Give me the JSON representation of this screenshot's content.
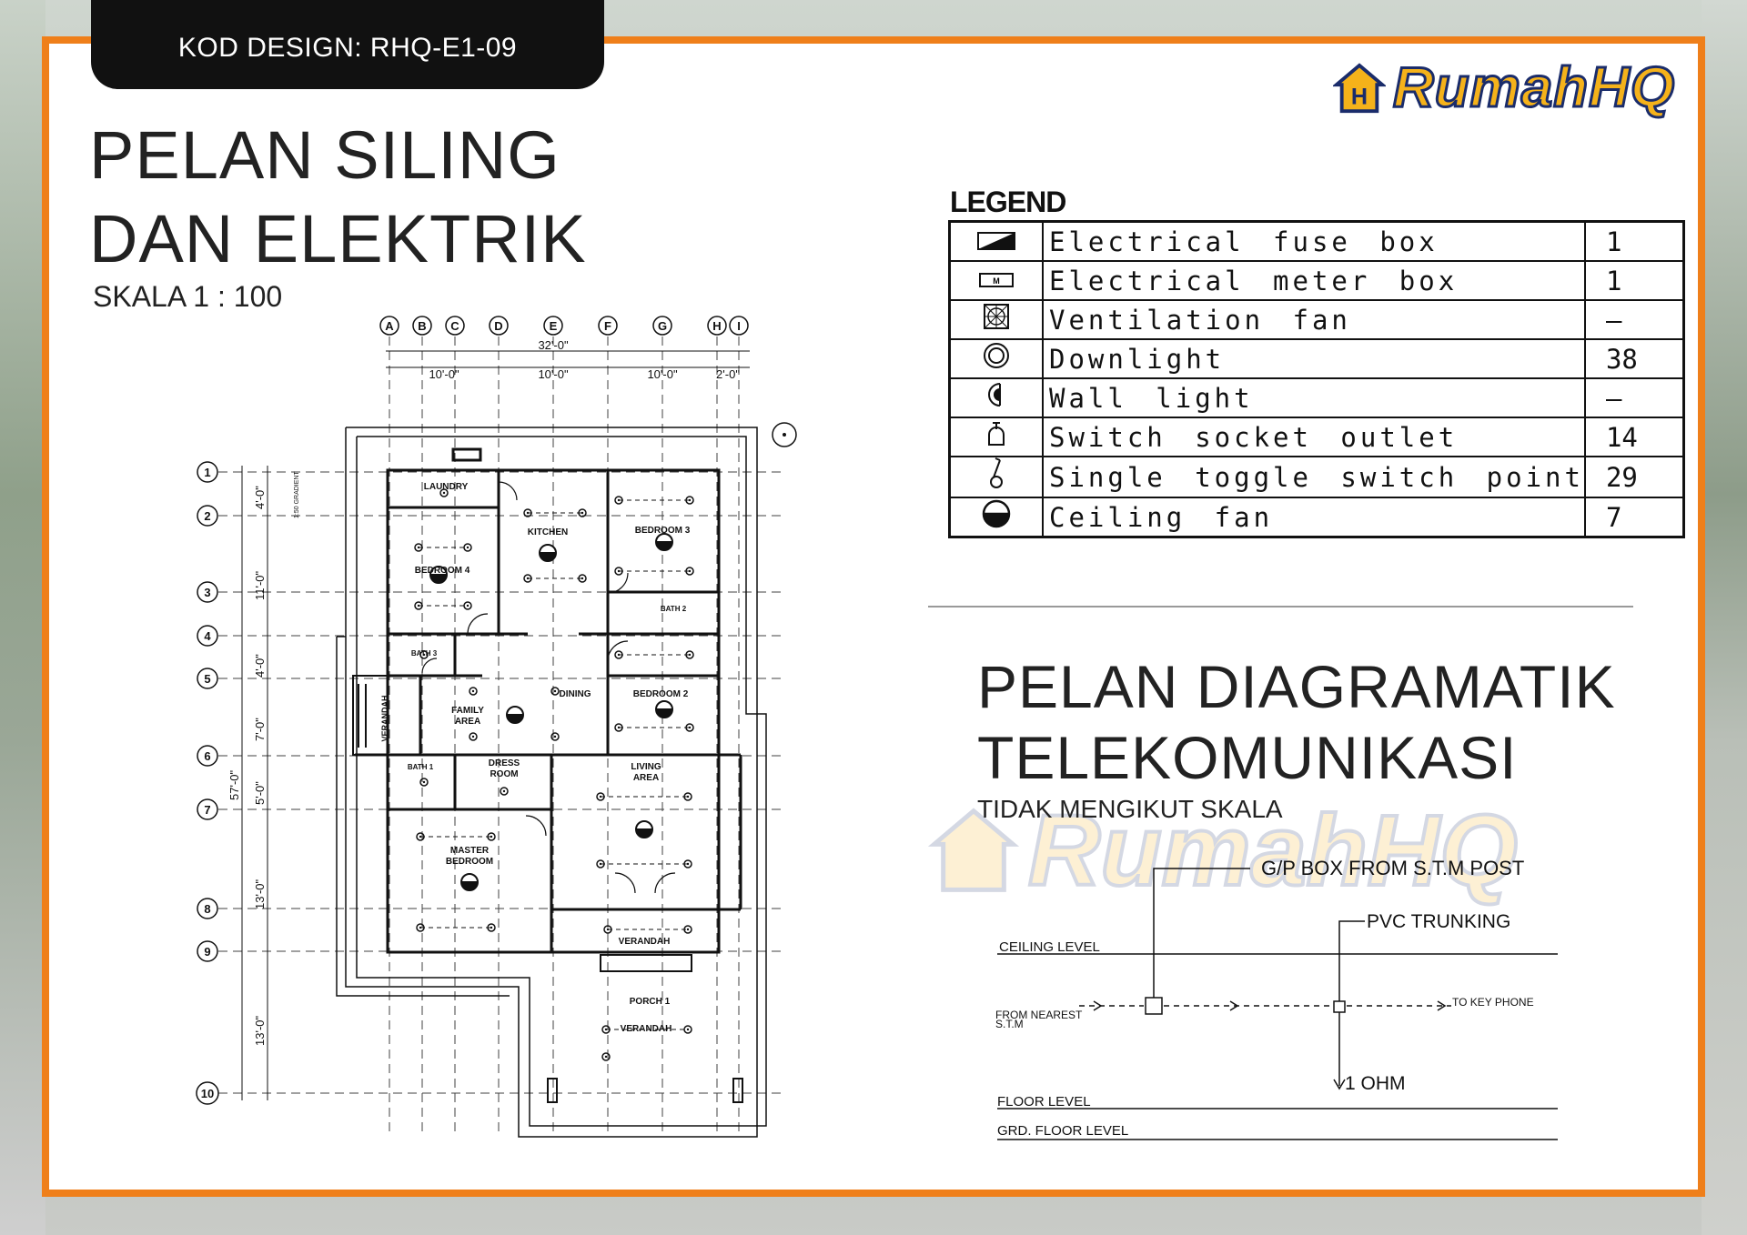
{
  "header": {
    "design_code": "KOD DESIGN: RHQ-E1-09",
    "logo_text": "RumahHQ"
  },
  "plan": {
    "title_line1": "PELAN SILING",
    "title_line2": "DAN ELEKTRIK",
    "scale": "SKALA 1 : 100",
    "grid_columns": [
      "A",
      "B",
      "C",
      "D",
      "E",
      "F",
      "G",
      "H",
      "I"
    ],
    "grid_rows": [
      "1",
      "2",
      "3",
      "4",
      "5",
      "6",
      "7",
      "8",
      "9",
      "10"
    ],
    "dims_top": {
      "overall": "32'-0\"",
      "d1": "10'-0\"",
      "d2": "10'-0\"",
      "d3": "10'-0\"",
      "d4": "2'-0\""
    },
    "dims_left": {
      "overall": "57'-0\"",
      "d1": "4'-0\"",
      "d2": "11'-0\"",
      "d3": "4'-0\"",
      "d4": "7'-0\"",
      "d5": "5'-0\"",
      "d6": "13'-0\"",
      "d7": "13'-0\""
    },
    "gradient_note": "1:50 GRADIENT",
    "rooms": {
      "laundry": "LAUNDRY",
      "kitchen": "KITCHEN",
      "bedroom3": "BEDROOM 3",
      "bedroom4": "BEDROOM 4",
      "bath2": "BATH 2",
      "bath3": "BATH 3",
      "dining": "DINING",
      "family": "FAMILY",
      "family2": "AREA",
      "bedroom2": "BEDROOM 2",
      "verandah_side": "VERANDAH",
      "bath1": "BATH 1",
      "dress": "DRESS",
      "dress2": "ROOM",
      "living": "LIVING",
      "living2": "AREA",
      "master": "MASTER",
      "master2": "BEDROOM",
      "verandah_front": "VERANDAH",
      "porch": "PORCH 1",
      "verandah_porch": "VERANDAH"
    }
  },
  "legend": {
    "title": "LEGEND",
    "items": [
      {
        "label": "Electrical fuse box",
        "qty": "1",
        "icon": "fuse-box-icon"
      },
      {
        "label": "Electrical meter box",
        "qty": "1",
        "icon": "meter-box-icon"
      },
      {
        "label": "Ventilation fan",
        "qty": "—",
        "icon": "ventilation-fan-icon"
      },
      {
        "label": "Downlight",
        "qty": "38",
        "icon": "downlight-icon"
      },
      {
        "label": "Wall light",
        "qty": "—",
        "icon": "wall-light-icon"
      },
      {
        "label": "Switch socket outlet",
        "qty": "14",
        "icon": "socket-outlet-icon"
      },
      {
        "label": "Single toggle switch point",
        "qty": "29",
        "icon": "toggle-switch-icon"
      },
      {
        "label": "Ceiling fan",
        "qty": "7",
        "icon": "ceiling-fan-icon"
      }
    ]
  },
  "telecom": {
    "title_line1": "PELAN DIAGRAMATIK",
    "title_line2": "TELEKOMUNIKASI",
    "subtitle": "TIDAK MENGIKUT SKALA",
    "labels": {
      "gp_box": "G/P BOX FROM S.T.M POST",
      "pvc": "PVC TRUNKING",
      "ceiling": "CEILING LEVEL",
      "from_nearest": "FROM NEAREST",
      "stm": "S.T.M",
      "to_key": "TO KEY PHONE",
      "ohm": "1 OHM",
      "floor": "FLOOR LEVEL",
      "grd": "GRD. FLOOR LEVEL"
    }
  },
  "colors": {
    "frame": "#ef7f1a",
    "logo_fill": "#f5b21a",
    "logo_outline": "#1a2c6b"
  }
}
